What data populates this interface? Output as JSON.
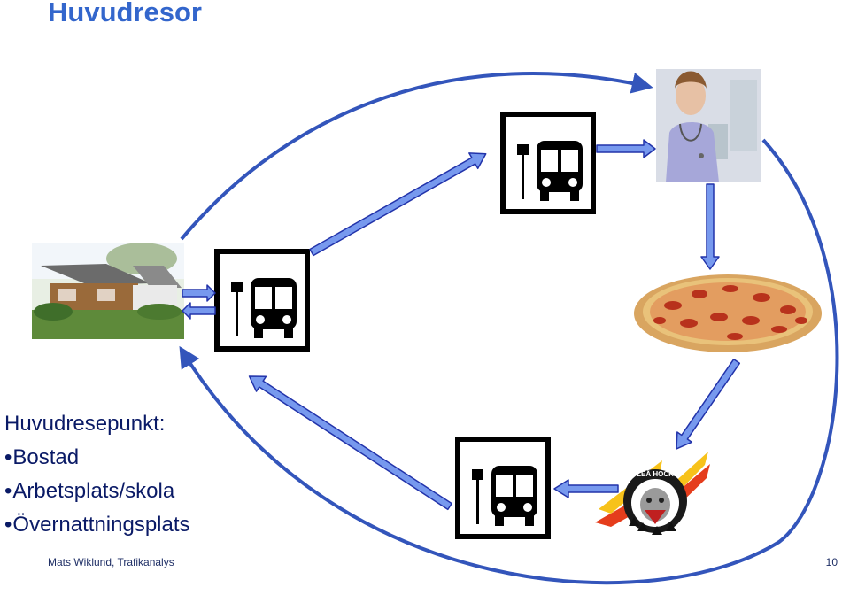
{
  "slide": {
    "title": "Huvudresor",
    "lead": "Huvudresepunkt:",
    "bullets": [
      "Bostad",
      "Arbetsplats/skola",
      "Övernattningsplats"
    ],
    "footer": "Mats Wiklund, Trafikanalys",
    "page_number": "10"
  },
  "nodes": {
    "home": "house-photo",
    "work": "nurse-photo",
    "leisure_food": "pizza-photo",
    "leisure_hockey": "lulea-hockey-logo"
  },
  "hockey_logo_text": "LULEÅ HOCKEY",
  "colors": {
    "title": "#3366cc",
    "arrow_fill": "#7799ee",
    "arrow_stroke": "#2233aa",
    "curve": "#3355bb",
    "text": "#0a1a66"
  }
}
